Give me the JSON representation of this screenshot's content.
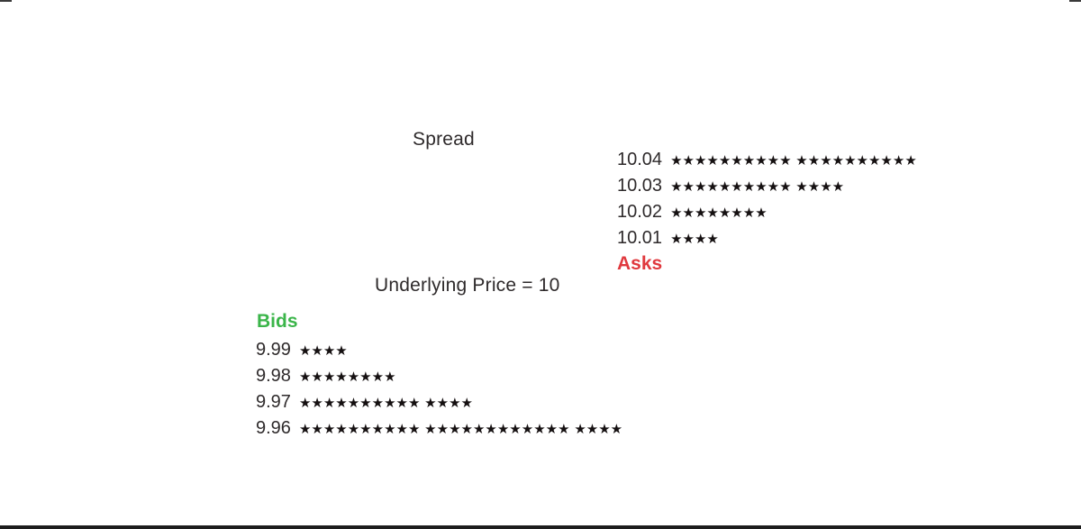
{
  "labels": {
    "spread": "Spread",
    "underlying": "Underlying Price = 10",
    "asks": "Asks",
    "bids": "Bids"
  },
  "colors": {
    "ask_label": "#e0393e",
    "bid_label": "#3bb54a",
    "text": "#2e2a2b",
    "star": "#151011",
    "bottom_bar": "#1d1d1d",
    "background": "#ffffff"
  },
  "star_glyph": "★",
  "chart_data": {
    "type": "bar",
    "orientation": "horizontal",
    "style": "pictograph (1 star = 1 unit of size at price level)",
    "title": "Spread",
    "annotation": "Underlying Price = 10",
    "legend_position": "inline labels (Asks above midpoint, Bids below)",
    "series": [
      {
        "name": "Asks",
        "label_color": "#e0393e",
        "rows": [
          {
            "price": "10.04",
            "size": 20,
            "groups": [
              10,
              10
            ]
          },
          {
            "price": "10.03",
            "size": 14,
            "groups": [
              10,
              4
            ]
          },
          {
            "price": "10.02",
            "size": 8,
            "groups": [
              8
            ]
          },
          {
            "price": "10.01",
            "size": 4,
            "groups": [
              4
            ]
          }
        ]
      },
      {
        "name": "Bids",
        "label_color": "#3bb54a",
        "rows": [
          {
            "price": "9.99",
            "size": 4,
            "groups": [
              4
            ]
          },
          {
            "price": "9.98",
            "size": 8,
            "groups": [
              8
            ]
          },
          {
            "price": "9.97",
            "size": 14,
            "groups": [
              10,
              4
            ]
          },
          {
            "price": "9.96",
            "size": 26,
            "groups": [
              10,
              12,
              4
            ]
          }
        ]
      }
    ]
  }
}
